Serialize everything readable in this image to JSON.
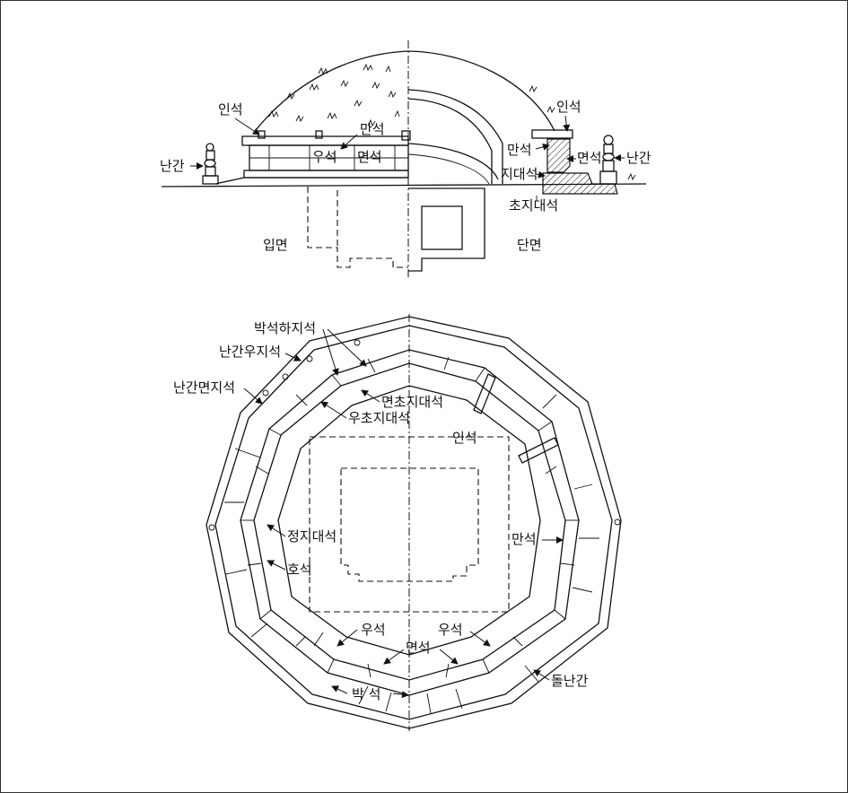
{
  "elevation": {
    "view_label": "입면",
    "labels": {
      "inseok": "인석",
      "manseok": "만석",
      "useok": "우석",
      "myeonseok": "면석",
      "nangan": "난간"
    }
  },
  "section": {
    "view_label": "단면",
    "labels": {
      "inseok": "인석",
      "manseok": "만석",
      "myeonseok": "면석",
      "nangan": "난간",
      "jidaeseok": "지대석",
      "chojidaeseok": "초지대석"
    }
  },
  "plan": {
    "labels": {
      "bakseok_hajiseok": "박석하지석",
      "nangan_ujiseok": "난간우지석",
      "nangan_myeonjiseok": "난간면지석",
      "myeon_chojidaeseok": "면초지대석",
      "u_chojidaeseok": "우초지대석",
      "inseok": "인석",
      "jeongjidaeseok": "정지대석",
      "manseok": "만석",
      "hoseok": "호석",
      "useok_left": "우석",
      "useok_right": "우석",
      "myeonseok": "면석",
      "bakseok": "박 석",
      "dolnangan": "돌난간"
    }
  }
}
